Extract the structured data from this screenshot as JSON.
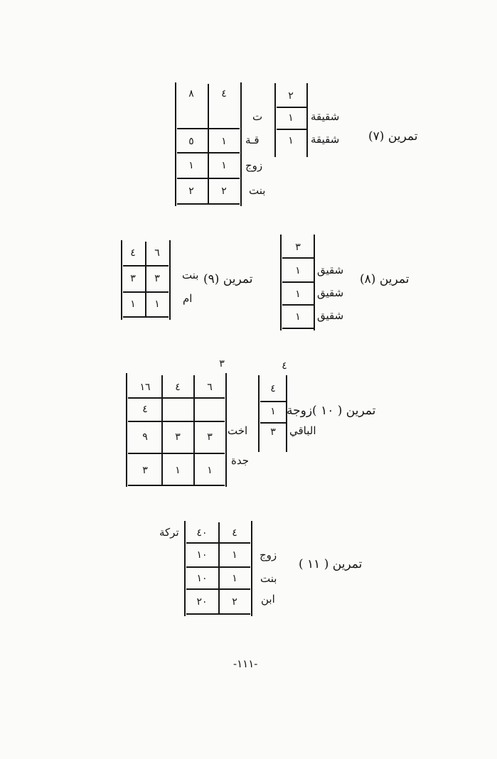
{
  "ex7": {
    "title": "تمرين (٧)",
    "labels": [
      "شقيقة",
      "شقيقة"
    ],
    "small_grid": [
      "٢",
      "١",
      "١"
    ],
    "right_labels": [
      "ت",
      "قـة",
      "زوج",
      "بنت"
    ],
    "big_grid": [
      [
        "٤",
        "٨"
      ],
      [
        "",
        ""
      ],
      [
        "١",
        "٥"
      ],
      [
        "١",
        "١"
      ],
      [
        "٢",
        "٢"
      ]
    ]
  },
  "ex8": {
    "title": "تمرين (٨)",
    "labels": [
      "شقيق",
      "شقيق",
      "شقيق"
    ],
    "grid": [
      "٣",
      "١",
      "١",
      "١"
    ]
  },
  "ex9": {
    "title": "تمرين (٩)",
    "labels": [
      "بنت",
      "ام"
    ],
    "grid": [
      [
        "٦",
        "٤"
      ],
      [
        "٣",
        "٣"
      ],
      [
        "١",
        "١"
      ]
    ]
  },
  "ex10": {
    "title": "تمرين ( ١٠ )زوجة",
    "label_rest": "الباقي",
    "top_small": "٤",
    "small_grid": [
      "٤",
      "١",
      "٣"
    ],
    "labels": [
      "اخت",
      "جدة"
    ],
    "top_big": "٣",
    "big_grid": [
      [
        "٦",
        "٤",
        "١٦"
      ],
      [
        "",
        "",
        "٤"
      ],
      [
        "٣",
        "٣",
        "٩"
      ],
      [
        "١",
        "١",
        "٣"
      ]
    ]
  },
  "ex11": {
    "title": "تمرين ( ١١ )",
    "estate": "تركة",
    "labels": [
      "زوج",
      "بنت",
      "ابن"
    ],
    "grid": [
      [
        "٤",
        "٤٠"
      ],
      [
        "١",
        "١٠"
      ],
      [
        "١",
        "١٠"
      ],
      [
        "٢",
        "٢٠"
      ]
    ]
  },
  "page_number": "-١١١-"
}
